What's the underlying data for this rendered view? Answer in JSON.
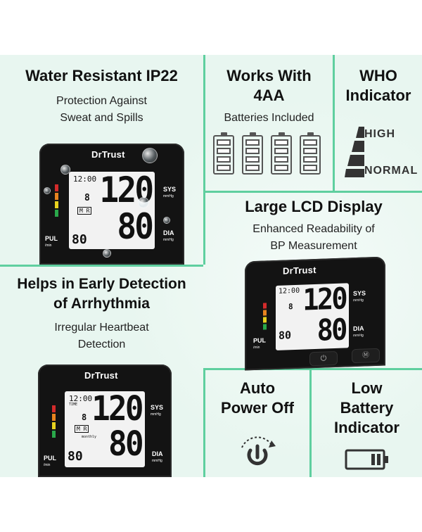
{
  "features": {
    "water": {
      "title": "Water Resistant IP22",
      "sub1": "Protection Against",
      "sub2": "Sweat and Spills"
    },
    "batteries": {
      "title1": "Works With",
      "title2": "4AA",
      "sub": "Batteries Included"
    },
    "who": {
      "title1": "WHO",
      "title2": "Indicator",
      "high": "HIGH",
      "normal": "NORMAL"
    },
    "lcd": {
      "title": "Large LCD Display",
      "sub1": "Enhanced Readability of",
      "sub2": "BP Measurement"
    },
    "arrhythmia": {
      "title1": "Helps in Early Detection",
      "title2": "of Arrhythmia",
      "sub1": "Irregular Heartbeat",
      "sub2": "Detection"
    },
    "auto_off": {
      "title1": "Auto",
      "title2": "Power Off"
    },
    "low_batt": {
      "title1": "Low",
      "title2": "Battery",
      "title3": "Indicator"
    }
  },
  "monitor": {
    "brand": "DrTrust",
    "time": "12:00",
    "time_label": "TIME",
    "sys": "120",
    "dia": "80",
    "pul": "80",
    "memory": "8",
    "mode": "M R",
    "sys_label": "SYS",
    "dia_label": "DIA",
    "pul_label": "PUL",
    "unit_mmhg": "mmHg",
    "unit_min": "/min",
    "monthly": "monthly"
  },
  "colors": {
    "accent": "#5fcf9f",
    "background": "#e8f6f0",
    "device": "#131313"
  }
}
